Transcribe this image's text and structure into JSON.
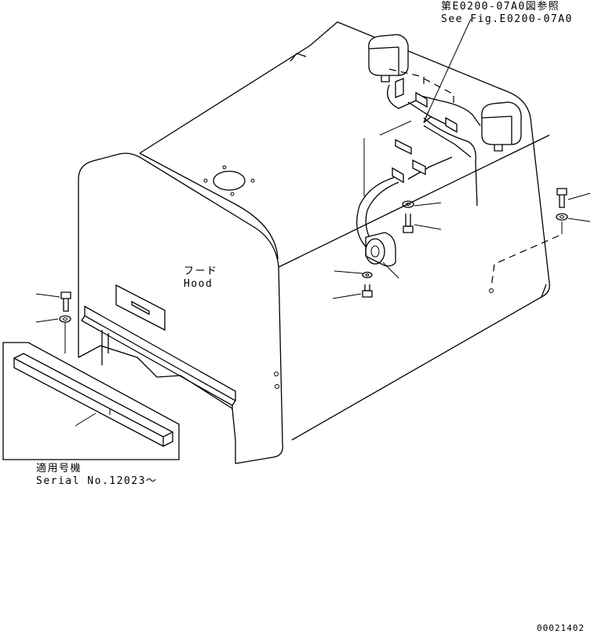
{
  "labels": {
    "ref_ja": "第E0200-07A0図参照",
    "ref_en": "See Fig.E0200-07A0",
    "part_ja": "フード",
    "part_en": "Hood",
    "serial_ja": "適用号機",
    "serial_en": "Serial No.12023～",
    "drawing_no": "00021402"
  }
}
